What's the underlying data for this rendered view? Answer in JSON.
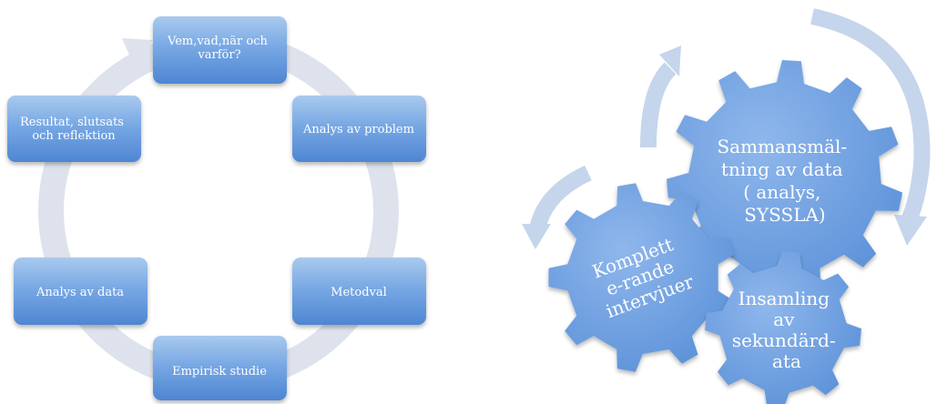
{
  "cycle_diagram": {
    "nodes": [
      {
        "id": "node-1",
        "lines": [
          "Vem,vad,när och",
          "varför?"
        ]
      },
      {
        "id": "node-2",
        "lines": [
          "Analys av problem"
        ]
      },
      {
        "id": "node-3",
        "lines": [
          "Metodval"
        ]
      },
      {
        "id": "node-4",
        "lines": [
          "Empirisk studie"
        ]
      },
      {
        "id": "node-5",
        "lines": [
          "Analys av data"
        ]
      },
      {
        "id": "node-6",
        "lines": [
          "Resultat, slutsats",
          "och reflektion"
        ]
      }
    ]
  },
  "gear_diagram": {
    "large_gear": {
      "lines": [
        "Sammansmäl-",
        "tning av data",
        "( analys,",
        "SYSSLA)"
      ]
    },
    "left_gear": {
      "lines": [
        "Komplett",
        "e-rande",
        "intervjuer"
      ]
    },
    "small_gear": {
      "lines": [
        "Insamling",
        "av",
        "sekundärd-",
        "ata"
      ]
    }
  },
  "colors": {
    "node_fill_top": "#a9c9ee",
    "node_fill_bottom": "#4e86d2",
    "ring": "#dde2ec",
    "gear_fill": "#6e9fe1",
    "arrow": "#c5d5ec"
  }
}
